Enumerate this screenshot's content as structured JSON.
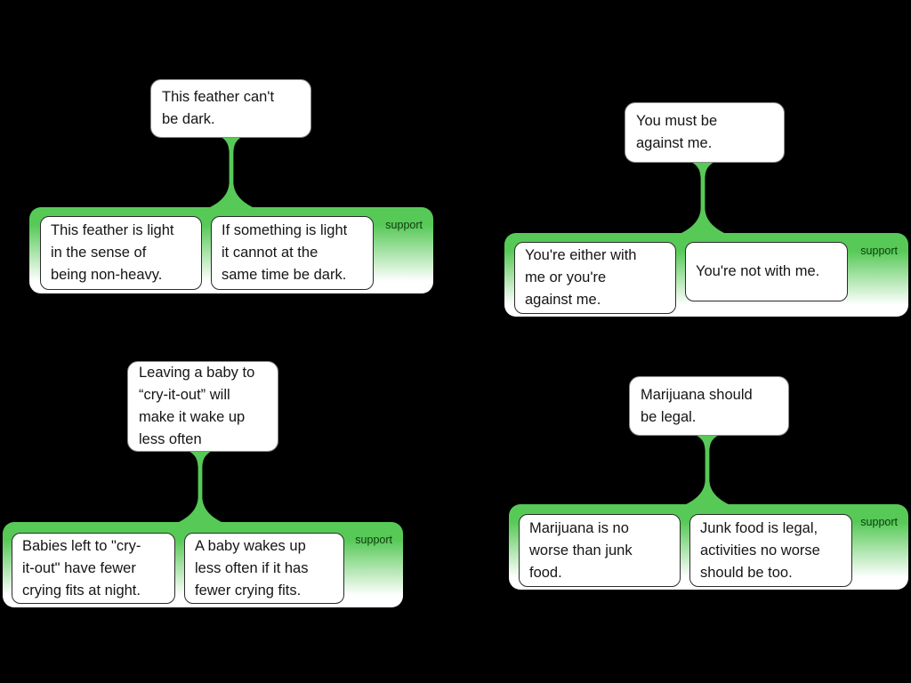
{
  "theme": {
    "background": "#000000",
    "green": "#57C957",
    "label_color": "#0e3c0e",
    "text_color": "#151515",
    "box_border": "#2b2b2b",
    "claim_border": "#8a8a8a"
  },
  "diagrams": [
    {
      "claim": "This feather can't\nbe dark.",
      "relation_label": "support",
      "premises": [
        "This feather is light\nin the sense of\nbeing non-heavy.",
        "If something is light\nit cannot at the\nsame time be dark."
      ]
    },
    {
      "claim": "You must be\nagainst me.",
      "relation_label": "support",
      "premises": [
        "You're either with\nme or you're\nagainst me.",
        "You're not with me."
      ]
    },
    {
      "claim": "Leaving a baby to\n“cry-it-out” will\nmake it wake up\nless often",
      "relation_label": "support",
      "premises": [
        "Babies left to \"cry-\nit-out\" have fewer\ncrying fits at night.",
        "A baby wakes up\nless often if it has\nfewer crying fits."
      ]
    },
    {
      "claim": "Marijuana should\nbe legal.",
      "relation_label": "support",
      "premises": [
        "Marijuana is no\nworse than junk\nfood.",
        "Junk food is legal,\nactivities no worse\nshould be too."
      ]
    }
  ]
}
